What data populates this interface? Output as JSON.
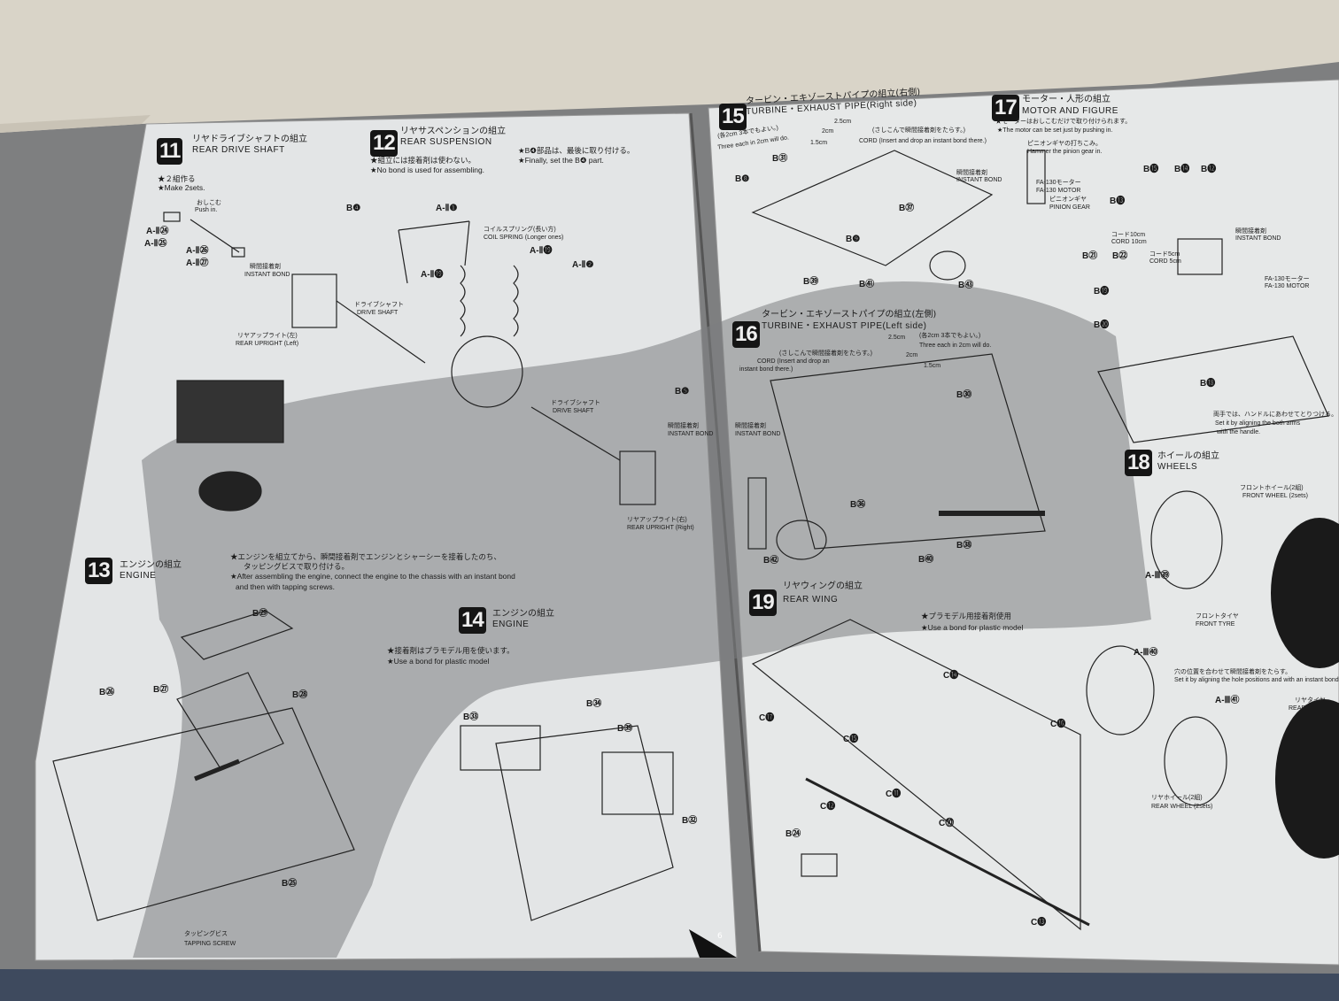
{
  "colors": {
    "paper": "#e2e4e4",
    "shadow": "#5f6061",
    "box": "#d9d4c8",
    "ink": "#1b1b1b"
  },
  "sections": [
    {
      "num": "11",
      "jp": "リヤドライブシャフトの組立",
      "en": "REAR DRIVE SHAFT",
      "notes": [
        "★２組作る",
        "★Make 2sets."
      ]
    },
    {
      "num": "12",
      "jp": "リヤサスペンションの組立",
      "en": "REAR SUSPENSION",
      "notes": [
        "★組立には接着剤は使わない。",
        "★No bond is used for assembling.",
        "★B❹部品は、最後に取り付ける。",
        "★Finally, set the B❹ part."
      ]
    },
    {
      "num": "13",
      "jp": "エンジンの組立",
      "en": "ENGINE",
      "notes": [
        "★エンジンを組立てから、瞬間接着剤でエンジンとシャーシーを接着したのち、",
        "タッピングビスで取り付ける。",
        "★After assembling the engine, connect the engine to the chassis with an instant bond",
        "and then with tapping screws."
      ]
    },
    {
      "num": "14",
      "jp": "エンジンの組立",
      "en": "ENGINE",
      "notes": [
        "★接着剤はプラモデル用を使います。",
        "★Use a bond for plastic model"
      ]
    },
    {
      "num": "15",
      "jp": "タービン・エキゾーストパイプの組立(右側)",
      "en": "TURBINE・EXHAUST PIPE(Right side)",
      "notes": [
        "(各2cm 3本でもよい。)",
        "Three each in 2cm will do.",
        "(さしこんで瞬間接着剤をたらす。)",
        "CORD (Insert and drop an instant bond there.)"
      ]
    },
    {
      "num": "16",
      "jp": "タービン・エキゾーストパイプの組立(左側)",
      "en": "TURBINE・EXHAUST PIPE(Left side)",
      "notes": [
        "(さしこんで瞬間接着剤をたらす。)",
        "CORD (Insert and drop an",
        "instant bond there.)",
        "(各2cm 3本でもよい。)",
        "Three each in 2cm will do."
      ]
    },
    {
      "num": "17",
      "jp": "モーター・人形の組立",
      "en": "MOTOR AND FIGURE",
      "notes": [
        "★モーターはおしこむだけで取り付けられます。",
        "★The motor can be set just by pushing in.",
        "ピニオンギヤの打ちこみ。",
        "Hammer the pinion gear in.",
        "両手では、ハンドルにあわせてとりつける。",
        "Set it by aligning the both arms",
        "with the handle."
      ]
    },
    {
      "num": "18",
      "jp": "ホイールの組立",
      "en": "WHEELS",
      "notes": [
        "穴の位置を合わせて瞬間接着剤をたらす。",
        "Set it by aligning the hole positions and with an instant bond."
      ]
    },
    {
      "num": "19",
      "jp": "リヤウィングの組立",
      "en": "REAR WING",
      "notes": [
        "★プラモデル用接着剤使用",
        "★Use a bond for plastic model"
      ]
    }
  ],
  "labels": {
    "push_in_jp": "おしこむ",
    "push_in_en": "Push in.",
    "instant_bond_jp": "瞬間接着剤",
    "instant_bond_en": "INSTANT BOND",
    "drive_shaft_jp": "ドライブシャフト",
    "drive_shaft_en": "DRIVE SHAFT",
    "rear_upright_l_jp": "リヤアップライト(左)",
    "rear_upright_l_en": "REAR UPRIGHT (Left)",
    "rear_upright_r_jp": "リヤアップライト(右)",
    "rear_upright_r_en": "REAR UPRIGHT (Right)",
    "coil_spring_jp": "コイルスプリング(長い方)",
    "coil_spring_en": "COIL SPRING (Longer ones)",
    "tapping_screw_jp": "タッピングビス",
    "tapping_screw_en": "TAPPING SCREW",
    "motor_jp": "FA-130モーター",
    "motor_en": "FA-130 MOTOR",
    "pinion_jp": "ピニオンギヤ",
    "pinion_en": "PINION GEAR",
    "cord10_jp": "コード10cm",
    "cord10_en": "CORD 10cm",
    "cord5_jp": "コード5cm",
    "cord5_en": "CORD 5cm",
    "front_wheel_jp": "フロントホイール(2組)",
    "front_wheel_en": "FRONT WHEEL (2sets)",
    "front_tyre_jp": "フロントタイヤ",
    "front_tyre_en": "FRONT TYRE",
    "rear_wheel_jp": "リヤホイール(2組)",
    "rear_wheel_en": "REAR WHEEL (2sets)",
    "rear_tyre_jp": "リヤタイヤ",
    "rear_tyre_en": "REAR TYRE",
    "len_25": "2.5cm",
    "len_2": "2cm",
    "len_15": "1.5cm"
  },
  "parts": [
    "A-Ⅱ㉔",
    "A-Ⅱ㉕",
    "A-Ⅱ㉖",
    "A-Ⅱ㉗",
    "B❹",
    "A-Ⅱ❶",
    "A-Ⅱ⓳",
    "A-Ⅱ⓳",
    "A-Ⅱ❷",
    "B❺",
    "B㉙",
    "B㉖",
    "B㉗",
    "B㉘",
    "B㉕",
    "B㉞",
    "B㉝",
    "B㉟",
    "B㉜",
    "B㉛",
    "B❽",
    "B㊲",
    "B❾",
    "B㊴",
    "B㊶",
    "B㊸",
    "B㉚",
    "B㊱",
    "B㊳",
    "B㊵",
    "B㊷",
    "B⓯",
    "B⓮",
    "B⓬",
    "B⓭",
    "B㉑",
    "B㉒",
    "B⓳",
    "B⓴",
    "B⓲",
    "A-Ⅲ㊴",
    "A-Ⅲ㊵",
    "A-Ⅲ㊶",
    "C⓮",
    "C⓰",
    "C⓱",
    "C⓯",
    "C⓫",
    "C⓬",
    "C⓾",
    "C⓭",
    "B㉔"
  ],
  "page_number": "6"
}
